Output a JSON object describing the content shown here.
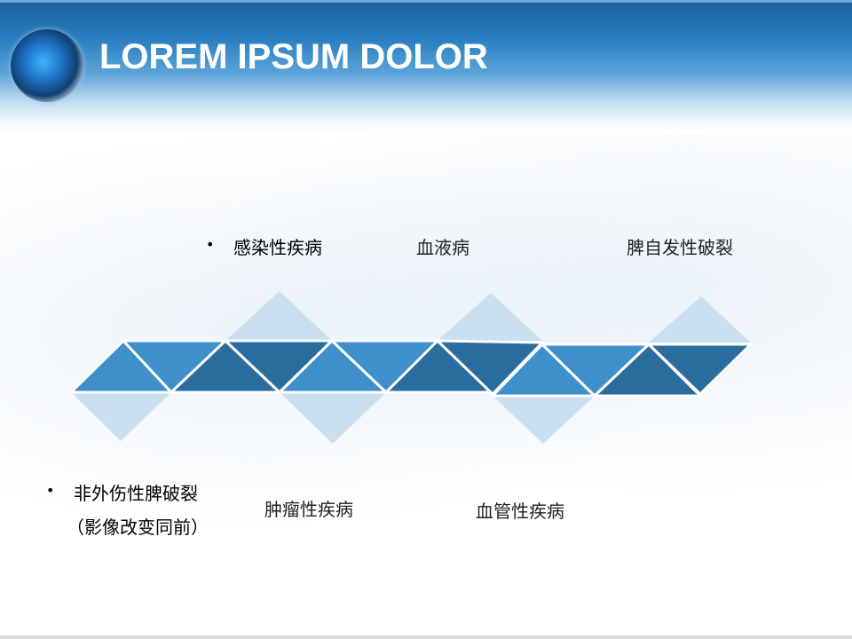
{
  "header": {
    "title": "LOREM IPSUM DOLOR"
  },
  "labels": {
    "top": [
      "感染性疾病",
      "血液病",
      "脾自发性破裂"
    ],
    "bottom_first_line1": "非外伤性脾破裂",
    "bottom_first_line2": "（影像改变同前）",
    "bottom": [
      "肿瘤性疾病",
      "血管性疾病"
    ],
    "bullet": "•"
  },
  "colors": {
    "light": "#3f8fcb",
    "dark": "#2a6c9e",
    "pale": "#c3dbee"
  }
}
